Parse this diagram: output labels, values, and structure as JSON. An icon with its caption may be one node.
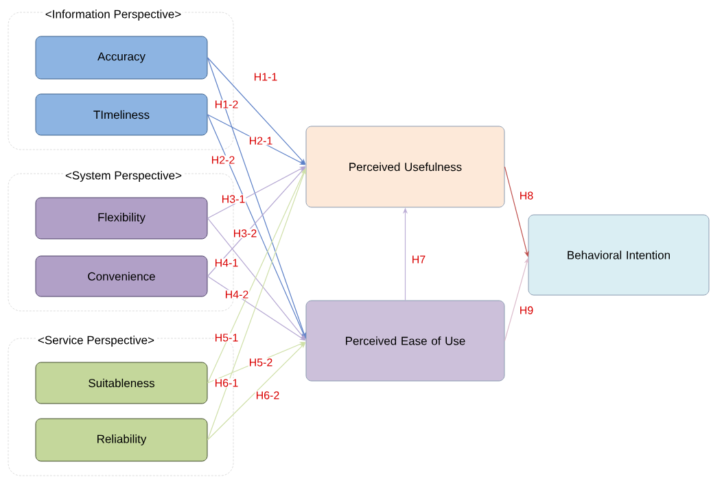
{
  "diagram": {
    "nodes": [
      {
        "text": [
          "<Information Perspective>"
        ]
      },
      {
        "text": [
          "Accuracy"
        ],
        "in": 0
      },
      {
        "text": [
          "TImeliness"
        ],
        "in": 0
      },
      {
        "text": [
          "<System Perspective>"
        ]
      },
      {
        "text": [
          "Flexibility"
        ],
        "in": 3
      },
      {
        "text": [
          "Convenience"
        ],
        "in": 3
      },
      {
        "text": [
          "<Service Perspective>"
        ]
      },
      {
        "text": [
          "Suitableness"
        ],
        "in": 6
      },
      {
        "text": [
          "Reliability"
        ],
        "in": 6
      },
      {
        "text": [
          "Perceived Usefulness"
        ]
      },
      {
        "text": [
          "Perceived Ease of Use"
        ]
      },
      {
        "text": [
          "Behavioral Intention"
        ]
      }
    ],
    "edges": [
      {
        "from": 1,
        "to": 9,
        "arrow": "to",
        "label": "H1-1",
        "color": "#5b7fc7"
      },
      {
        "from": 1,
        "to": 10,
        "arrow": "to",
        "label": "H1-2",
        "color": "#5b7fc7"
      },
      {
        "from": 2,
        "to": 9,
        "arrow": "to",
        "label": "H2-1",
        "color": "#5b7fc7"
      },
      {
        "from": 2,
        "to": 10,
        "arrow": "to",
        "label": "H2-2",
        "color": "#5b7fc7"
      },
      {
        "from": 4,
        "to": 9,
        "arrow": "to",
        "label": "H3-1",
        "color": "#b4a6d2"
      },
      {
        "from": 4,
        "to": 10,
        "arrow": "to",
        "label": "H3-2",
        "color": "#b4a6d2"
      },
      {
        "from": 5,
        "to": 9,
        "arrow": "to",
        "label": "H4-1",
        "color": "#b4a6d2"
      },
      {
        "from": 5,
        "to": 10,
        "arrow": "to",
        "label": "H4-2",
        "color": "#b4a6d2"
      },
      {
        "from": 7,
        "to": 9,
        "arrow": "to",
        "label": "H5-1",
        "color": "#cfe0a8"
      },
      {
        "from": 7,
        "to": 10,
        "arrow": "to",
        "label": "H5-2",
        "color": "#cfe0a8"
      },
      {
        "from": 8,
        "to": 9,
        "arrow": "to",
        "label": "H6-1",
        "color": "#cfe0a8"
      },
      {
        "from": 8,
        "to": 10,
        "arrow": "to",
        "label": "H6-2",
        "color": "#cfe0a8"
      },
      {
        "from": 10,
        "to": 9,
        "arrow": "to",
        "label": "H7",
        "color": "#bcaed6"
      },
      {
        "from": 9,
        "to": 11,
        "arrow": "to",
        "label": "H8",
        "color": "#c0504d"
      },
      {
        "from": 10,
        "to": 11,
        "arrow": "to",
        "label": "H9",
        "color": "#dcbccc"
      }
    ]
  }
}
